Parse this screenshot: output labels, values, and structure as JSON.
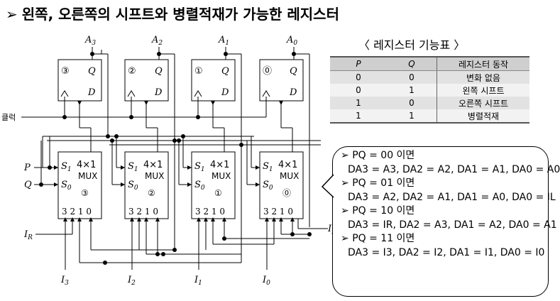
{
  "title": {
    "marker": "➢",
    "text": "왼쪽, 오른쪽의 시프트와 병렬적재가 가능한 레지스터"
  },
  "clock_label": "클럭",
  "inputs": {
    "P": "P",
    "Q": "Q",
    "IR_main": "I",
    "IR_sub": "R",
    "IL_main": "I",
    "IL_sub": "L"
  },
  "flipflops": [
    {
      "num": "③",
      "q": "Q",
      "d": "D",
      "out_main": "A",
      "out_sub": "3"
    },
    {
      "num": "②",
      "q": "Q",
      "d": "D",
      "out_main": "A",
      "out_sub": "2"
    },
    {
      "num": "①",
      "q": "Q",
      "d": "D",
      "out_main": "A",
      "out_sub": "1"
    },
    {
      "num": "⓪",
      "q": "Q",
      "d": "D",
      "out_main": "A",
      "out_sub": "0"
    }
  ],
  "muxes": [
    {
      "s1": "S",
      "s1_sub": "1",
      "s0": "S",
      "s0_sub": "0",
      "size": "4×1",
      "name": "MUX",
      "num": "③",
      "pins": "3 2 1 0",
      "in_main": "I",
      "in_sub": "3"
    },
    {
      "s1": "S",
      "s1_sub": "1",
      "s0": "S",
      "s0_sub": "0",
      "size": "4×1",
      "name": "MUX",
      "num": "②",
      "pins": "3 2 1 0",
      "in_main": "I",
      "in_sub": "2"
    },
    {
      "s1": "S",
      "s1_sub": "1",
      "s0": "S",
      "s0_sub": "0",
      "size": "4×1",
      "name": "MUX",
      "num": "①",
      "pins": "3 2 1 0",
      "in_main": "I",
      "in_sub": "1"
    },
    {
      "s1": "S",
      "s1_sub": "1",
      "s0": "S",
      "s0_sub": "0",
      "size": "4×1",
      "name": "MUX",
      "num": "⓪",
      "pins": "3 2 1 0",
      "in_main": "I",
      "in_sub": "0"
    }
  ],
  "function_table": {
    "title": "〈 레지스터 기능표 〉",
    "headers": [
      "P",
      "Q",
      "레지스터 동작"
    ],
    "rows": [
      [
        "0",
        "0",
        "변화 없음"
      ],
      [
        "0",
        "1",
        "왼쪽 시프트"
      ],
      [
        "1",
        "0",
        "오른쪽 시프트"
      ],
      [
        "1",
        "1",
        "병렬적재"
      ]
    ]
  },
  "cases": [
    {
      "marker": "➢",
      "head": "PQ = 00 이면",
      "eq": "DA3 = A3, DA2 = A2, DA1 = A1, DA0 = A0"
    },
    {
      "marker": "➢",
      "head": "PQ = 01 이면",
      "eq": "DA3 = A2, DA2 = A1, DA1 = A0, DA0 = IL"
    },
    {
      "marker": "➢",
      "head": "PQ = 10 이면",
      "eq": "DA3 = IR, DA2 = A3, DA1 = A2, DA0 = A1"
    },
    {
      "marker": "➢",
      "head": "PQ = 11 이면",
      "eq": "DA3 = I3, DA2 = I2, DA1 = I1, DA0 = I0"
    }
  ]
}
